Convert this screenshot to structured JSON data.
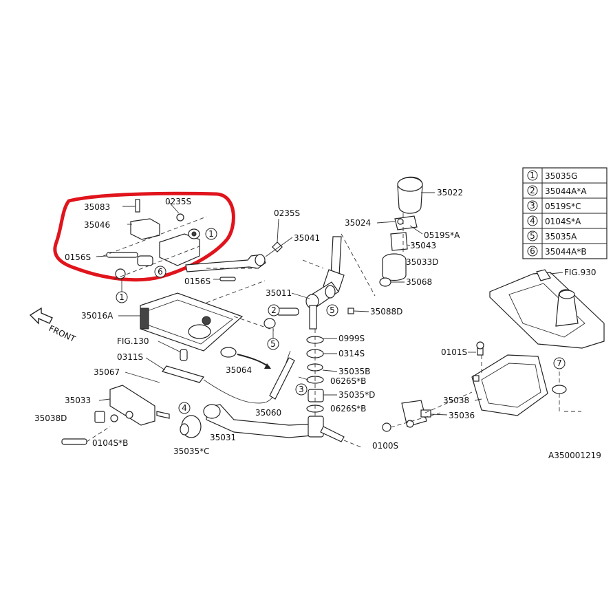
{
  "legend": [
    {
      "num": "1",
      "code": "35035G"
    },
    {
      "num": "2",
      "code": "35044A*A"
    },
    {
      "num": "3",
      "code": "0519S*C"
    },
    {
      "num": "4",
      "code": "0104S*A"
    },
    {
      "num": "5",
      "code": "35035A"
    },
    {
      "num": "6",
      "code": "35044A*B"
    }
  ],
  "labels": {
    "p35083": "35083",
    "p0235S_a": "0235S",
    "p35046": "35046",
    "p0156S_a": "0156S",
    "p0235S_b": "0235S",
    "p35041": "35041",
    "p0156S_b": "0156S",
    "p35016A": "35016A",
    "pFRONT": "FRONT",
    "pFIG130": "FIG.130",
    "p0311S": "0311S",
    "p35067": "35067",
    "p35033": "35033",
    "p35038D": "35038D",
    "p0104SB": "0104S*B",
    "p35035C": "35035*C",
    "p35031": "35031",
    "p35064": "35064",
    "p35060": "35060",
    "p35011": "35011",
    "p35088D": "35088D",
    "p0999S": "0999S",
    "p0314S": "0314S",
    "p35035B": "35035B",
    "p0626SB_a": "0626S*B",
    "p35035D": "35035*D",
    "p0626SB_b": "0626S*B",
    "p35022": "35022",
    "p35024": "35024",
    "p0519SA": "0519S*A",
    "p35043": "35043",
    "p35033D": "35033D",
    "p35068": "35068",
    "pFIG930": "FIG.930",
    "p0101S": "0101S",
    "p35038": "35038",
    "p35036": "35036",
    "p0100S": "0100S",
    "pRef": "A350001219"
  },
  "callouts": {
    "c1a": "1",
    "c1b": "1",
    "c6": "6",
    "c2": "2",
    "c5a": "5",
    "c5b": "5",
    "c3": "3",
    "c4": "4",
    "c7": "7"
  },
  "colors": {
    "highlight": "#e0141c",
    "ink": "#222222"
  }
}
